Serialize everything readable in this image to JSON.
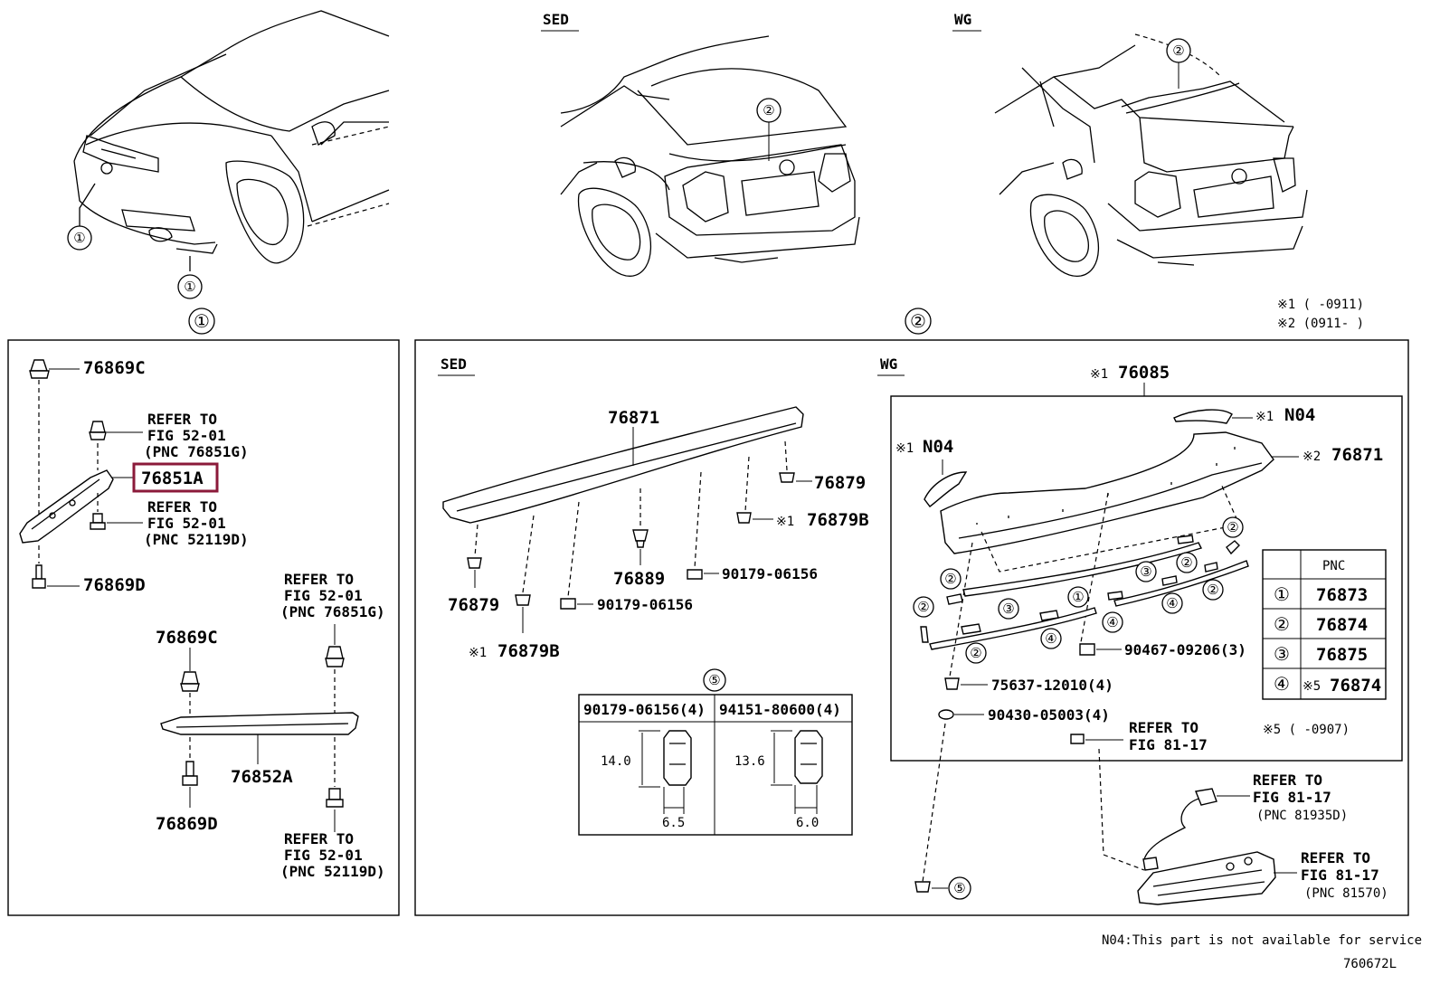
{
  "views": {
    "sed": "SED",
    "wg": "WG"
  },
  "callouts": {
    "c1": "①",
    "c2": "②",
    "c3": "③",
    "c4": "④",
    "c5": "⑤"
  },
  "notes": {
    "note1": "※1 (      -0911)",
    "note2": "※2 (0911-      )",
    "note5": "※5 (      -0907)",
    "n04": "N04:This part is not available for service",
    "figure_code": "760672L"
  },
  "left_panel": {
    "p_76869C_top": "76869C",
    "refer_a": [
      "REFER TO",
      "FIG 52-01",
      "(PNC 76851G)"
    ],
    "p_76851A": "76851A",
    "refer_b": [
      "REFER TO",
      "FIG 52-01",
      "(PNC 52119D)"
    ],
    "p_76869D_top": "76869D",
    "refer_c": [
      "REFER TO",
      "FIG 52-01",
      "(PNC 76851G)"
    ],
    "p_76869C_bot": "76869C",
    "p_76852A": "76852A",
    "p_76869D_bot": "76869D",
    "refer_d": [
      "REFER TO",
      "FIG 52-01",
      "(PNC 52119D)"
    ]
  },
  "sed_panel": {
    "label": "SED",
    "p_76871": "76871",
    "p_76879_r": "76879",
    "p_76879B_r": "76879B",
    "p_90179_r": "90179-06156",
    "p_76889": "76889",
    "p_76879_l": "76879",
    "p_90179_l": "90179-06156",
    "p_76879B_l": "76879B",
    "mark1": "※1",
    "fastener_table": {
      "left_header": "90179-06156(4)",
      "right_header": "94151-80600(4)",
      "left_h": "14.0",
      "left_w": "6.5",
      "right_h": "13.6",
      "right_w": "6.0"
    }
  },
  "wg_panel": {
    "label": "WG",
    "p_76085": "76085",
    "p_N04_top": "N04",
    "p_N04_left": "N04",
    "p_76871": "76871",
    "mark1": "※1",
    "mark2": "※2",
    "mark5": "※5",
    "p_90467": "90467-09206(3)",
    "p_75637": "75637-12010(4)",
    "p_90430": "90430-05003(4)",
    "refer_e": [
      "REFER TO",
      "FIG 81-17"
    ],
    "refer_f": [
      "REFER TO",
      "FIG 81-17",
      "(PNC 81935D)"
    ],
    "refer_g": [
      "REFER TO",
      "FIG 81-17",
      "(PNC 81570)"
    ],
    "pnc_table": {
      "header": "PNC",
      "rows": [
        {
          "key": "①",
          "value": "76873"
        },
        {
          "key": "②",
          "value": "76874"
        },
        {
          "key": "③",
          "value": "76875"
        },
        {
          "key": "④",
          "value": "76874"
        }
      ]
    }
  }
}
